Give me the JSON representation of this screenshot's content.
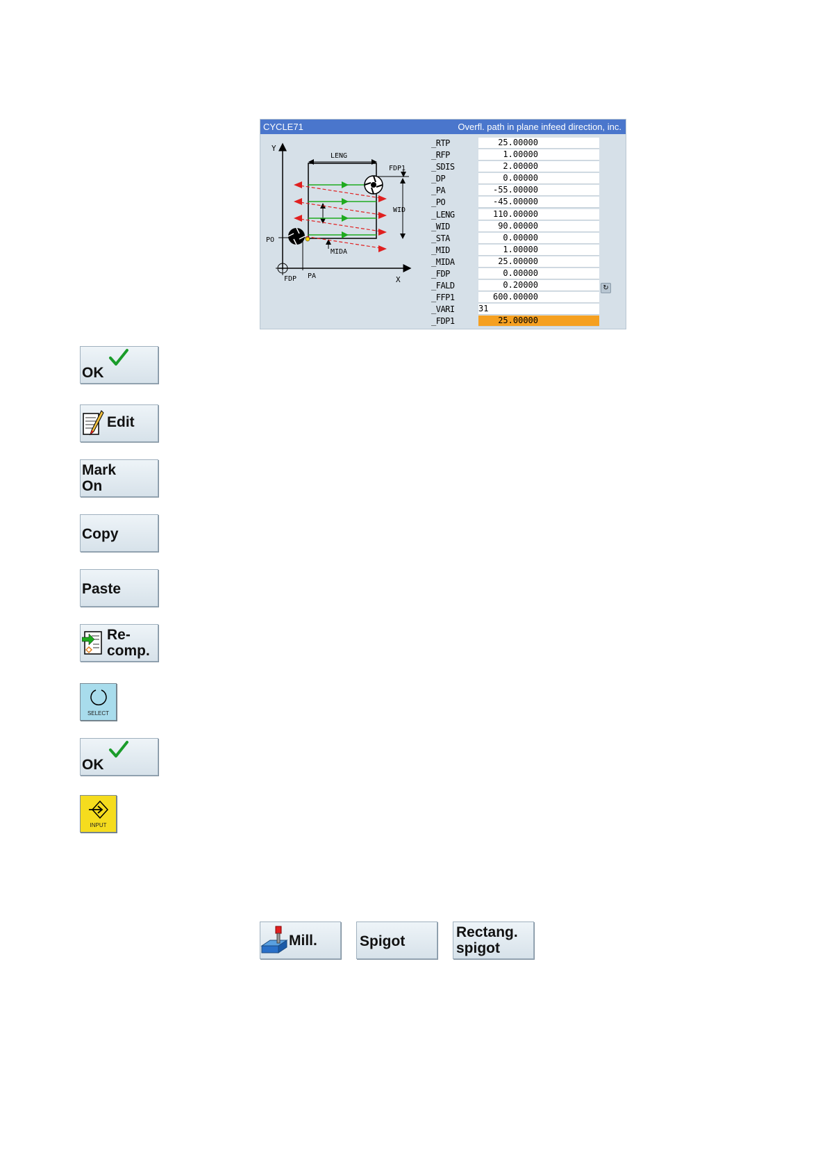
{
  "dialog": {
    "cycle_name": "CYCLE71",
    "subtitle": "Overfl. path in plane infeed direction, inc.",
    "diagram_labels": {
      "y": "Y",
      "x": "X",
      "leng": "LENG",
      "fdp1": "FDP1",
      "wid": "WID",
      "po": "PO",
      "mida": "MIDA",
      "fdp": "FDP",
      "pa": "PA"
    },
    "parameters": [
      {
        "name": "_RTP",
        "value": "25.00000"
      },
      {
        "name": "_RFP",
        "value": "1.00000"
      },
      {
        "name": "_SDIS",
        "value": "2.00000"
      },
      {
        "name": "_DP",
        "value": "0.00000"
      },
      {
        "name": "_PA",
        "value": "-55.00000"
      },
      {
        "name": "_PO",
        "value": "-45.00000"
      },
      {
        "name": "_LENG",
        "value": "110.00000"
      },
      {
        "name": "_WID",
        "value": "90.00000"
      },
      {
        "name": "_STA",
        "value": "0.00000"
      },
      {
        "name": "_MID",
        "value": "1.00000"
      },
      {
        "name": "_MIDA",
        "value": "25.00000"
      },
      {
        "name": "_FDP",
        "value": "0.00000"
      },
      {
        "name": "_FALD",
        "value": "0.20000"
      },
      {
        "name": "_FFP1",
        "value": "600.00000"
      },
      {
        "name": "_VARI",
        "value": "31"
      },
      {
        "name": "_FDP1",
        "value": "25.00000"
      }
    ],
    "toggle_symbol": "↻"
  },
  "keys": {
    "ok1": "OK",
    "edit": "Edit",
    "mark_on_1": "Mark",
    "mark_on_2": "On",
    "copy": "Copy",
    "paste": "Paste",
    "recomp_1": "Re-",
    "recomp_2": "comp.",
    "select": "SELECT",
    "ok2": "OK",
    "input": "INPUT"
  },
  "bottom_keys": {
    "mill": "Mill.",
    "spigot": "Spigot",
    "rectang_1": "Rectang.",
    "rectang_2": "spigot"
  },
  "colors": {
    "title_bar": "#4a76cc",
    "dialog_bg": "#d6e0e8",
    "active_field": "#f5a020",
    "select_key": "#a8dcec",
    "input_key": "#f5dc1e",
    "check": "#1a9c2a"
  }
}
